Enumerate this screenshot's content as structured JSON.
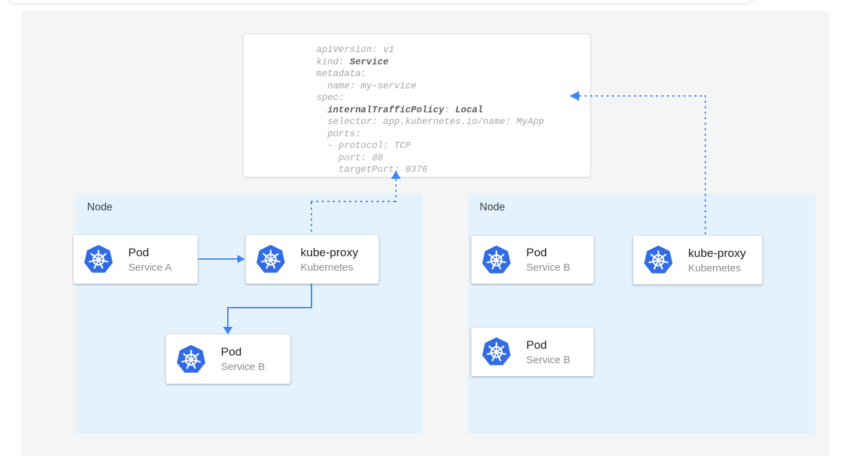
{
  "yaml_card": {
    "lines": [
      {
        "segments": [
          {
            "text": "apiVersion: v1",
            "bold": false
          }
        ]
      },
      {
        "segments": [
          {
            "text": "kind: ",
            "bold": false
          },
          {
            "text": "Service",
            "bold": true
          }
        ]
      },
      {
        "segments": [
          {
            "text": "metadata:",
            "bold": false
          }
        ]
      },
      {
        "segments": [
          {
            "text": "  name: my-service",
            "bold": false
          }
        ]
      },
      {
        "segments": [
          {
            "text": "spec:",
            "bold": false
          }
        ]
      },
      {
        "segments": [
          {
            "text": "  ",
            "bold": false
          },
          {
            "text": "internalTrafficPolicy",
            "bold": true
          },
          {
            "text": ": ",
            "bold": false
          },
          {
            "text": "Local",
            "bold": true
          }
        ]
      },
      {
        "segments": [
          {
            "text": "  selector: app.kubernetes.io/name: MyApp",
            "bold": false
          }
        ]
      },
      {
        "segments": [
          {
            "text": "  ports:",
            "bold": false
          }
        ]
      },
      {
        "segments": [
          {
            "text": "  - protocol: TCP",
            "bold": false
          }
        ]
      },
      {
        "segments": [
          {
            "text": "    port: 80",
            "bold": false
          }
        ]
      },
      {
        "segments": [
          {
            "text": "    targetPort: 9376",
            "bold": false
          }
        ]
      }
    ]
  },
  "nodes": [
    {
      "label": "Node",
      "cards": [
        {
          "icon": "kubernetes-icon",
          "title": "Pod",
          "subtitle": "Service A"
        },
        {
          "icon": "kubernetes-icon",
          "title": "kube-proxy",
          "subtitle": "Kubernetes"
        },
        {
          "icon": "kubernetes-icon",
          "title": "Pod",
          "subtitle": "Service B"
        }
      ]
    },
    {
      "label": "Node",
      "cards": [
        {
          "icon": "kubernetes-icon",
          "title": "Pod",
          "subtitle": "Service B"
        },
        {
          "icon": "kubernetes-icon",
          "title": "kube-proxy",
          "subtitle": "Kubernetes"
        },
        {
          "icon": "kubernetes-icon",
          "title": "Pod",
          "subtitle": "Service B"
        }
      ]
    }
  ],
  "colors": {
    "connector_blue": "#4285f4",
    "node_background": "#e3f2fd",
    "kubernetes_blue": "#326ce5",
    "canvas_background": "#f5f5f6",
    "yaml_text": "#a6a6a6",
    "yaml_bold_text": "#5d5d5d",
    "card_title": "#202124",
    "card_subtitle": "#878b8f"
  }
}
